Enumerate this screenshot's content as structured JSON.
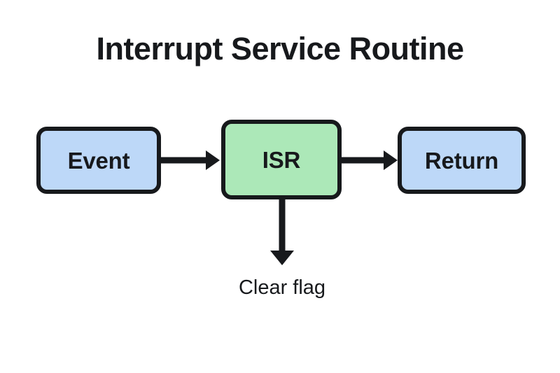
{
  "diagram": {
    "title": "Interrupt Service Routine",
    "background_color": "#FFFFFF",
    "stroke_color": "#17191C",
    "nodes": [
      {
        "id": "event",
        "label": "Event",
        "fill": "#BDD8F8",
        "shape": "rounded-rect"
      },
      {
        "id": "isr",
        "label": "ISR",
        "fill": "#ACE8B8",
        "shape": "rounded-rect"
      },
      {
        "id": "return",
        "label": "Return",
        "fill": "#BDD8F8",
        "shape": "rounded-rect"
      }
    ],
    "edges": [
      {
        "id": "event-to-isr",
        "from": "event",
        "to": "isr",
        "direction": "right",
        "label": ""
      },
      {
        "id": "isr-to-return",
        "from": "isr",
        "to": "return",
        "direction": "right",
        "label": ""
      },
      {
        "id": "isr-to-clear-flag",
        "from": "isr",
        "to": "clear-flag",
        "direction": "down",
        "label": ""
      }
    ],
    "annotations": [
      {
        "id": "clear-flag",
        "text": "Clear flag"
      }
    ]
  }
}
